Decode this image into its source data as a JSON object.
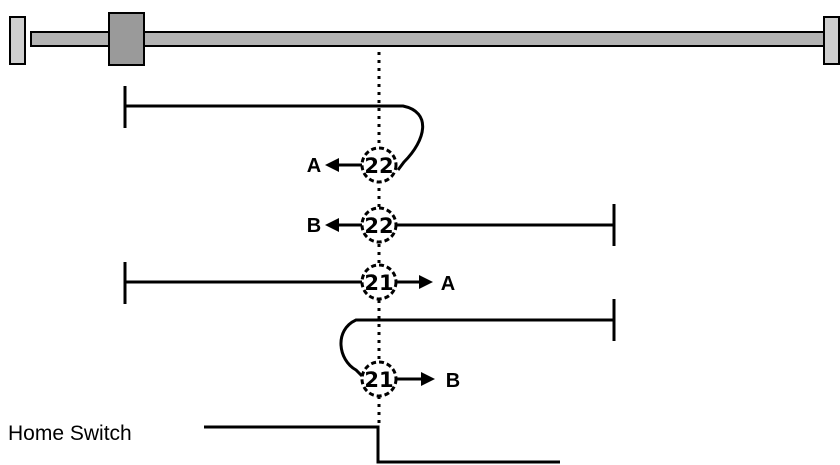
{
  "diagram": {
    "homing_cases": [
      {
        "method": "22",
        "direction_label": "A"
      },
      {
        "method": "22",
        "direction_label": "B"
      },
      {
        "method": "21",
        "direction_label": "A"
      },
      {
        "method": "21",
        "direction_label": "B"
      }
    ],
    "home_switch_label": "Home Switch",
    "colors": {
      "rail": "#b3b3b3",
      "carriage": "#9a9a9a",
      "line": "#000000"
    }
  }
}
